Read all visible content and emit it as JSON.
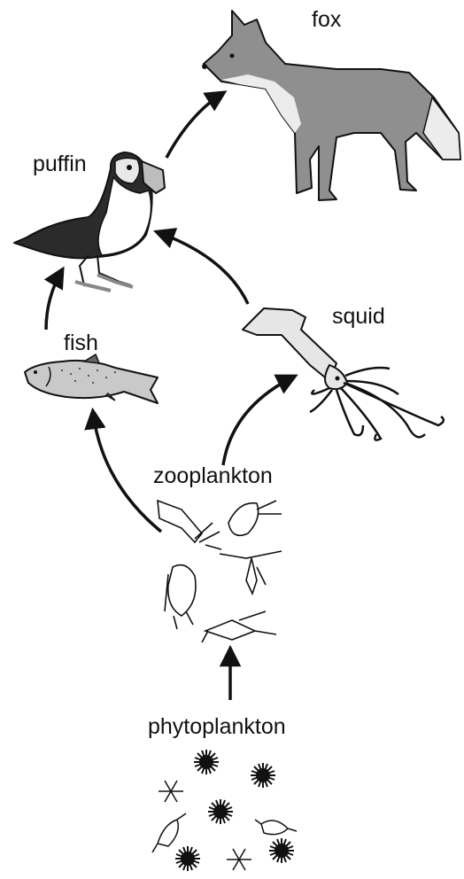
{
  "labels": {
    "fox": "fox",
    "puffin": "puffin",
    "squid": "squid",
    "fish": "fish",
    "zooplankton": "zooplankton",
    "phytoplankton": "phytoplankton"
  },
  "colors": {
    "line": "#111111",
    "fox_body": "#8f8f8f",
    "fox_light": "#ececec",
    "puffin_dark": "#2b2b2b",
    "fish_body": "#c9c9c9",
    "squid_body": "#e6e6e6"
  },
  "icons": [
    "fox",
    "puffin",
    "squid",
    "fish",
    "zooplankton-cluster",
    "phytoplankton-cluster"
  ]
}
